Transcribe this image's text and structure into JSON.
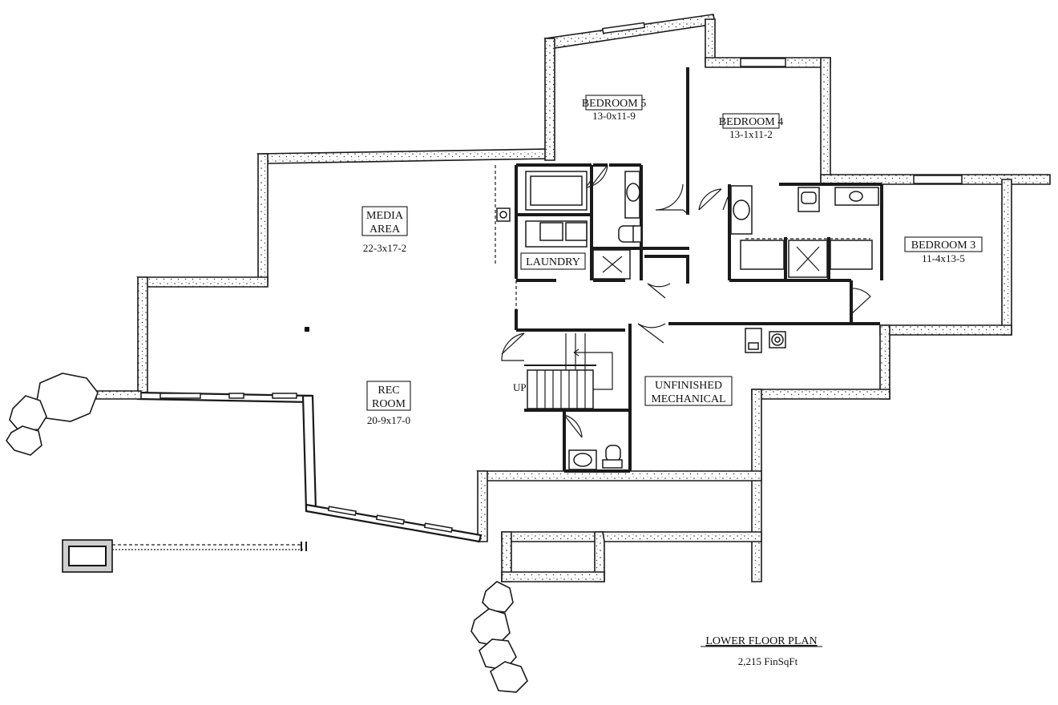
{
  "rooms": {
    "bedroom5": {
      "name": "BEDROOM 5",
      "dims": "13-0x11-9"
    },
    "bedroom4": {
      "name": "BEDROOM 4",
      "dims": "13-1x11-2"
    },
    "bedroom3": {
      "name": "BEDROOM 3",
      "dims": "11-4x13-5"
    },
    "media": {
      "name_line1": "MEDIA",
      "name_line2": "AREA",
      "dims": "22-3x17-2"
    },
    "rec": {
      "name_line1": "REC",
      "name_line2": "ROOM",
      "dims": "20-9x17-0"
    },
    "laundry": {
      "name": "LAUNDRY"
    },
    "mechanical": {
      "name_line1": "UNFINISHED",
      "name_line2": "MECHANICAL"
    }
  },
  "stairs": {
    "label": "UP"
  },
  "plan": {
    "title": "LOWER FLOOR PLAN",
    "area": "2,215 FinSqFt"
  }
}
